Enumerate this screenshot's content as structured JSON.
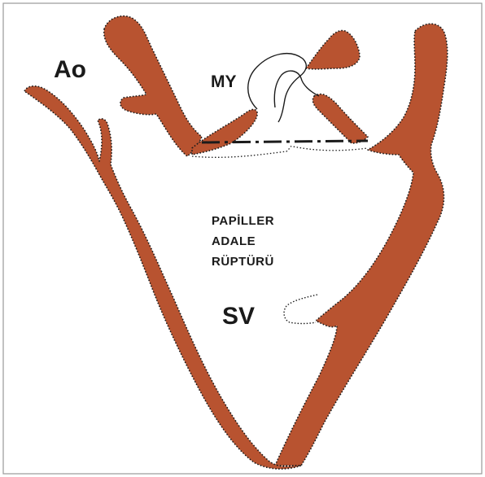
{
  "labels": {
    "aorta": "Ao",
    "mitral": "MY",
    "ventricle": "SV",
    "rupture_line1": "PAPİLLER",
    "rupture_line2": "ADALE",
    "rupture_line3": "RÜPTÜRÜ"
  },
  "colors": {
    "tissue": "#b85330",
    "outline": "#1b1b1b",
    "border": "#9a9a9a",
    "background": "#ffffff"
  }
}
